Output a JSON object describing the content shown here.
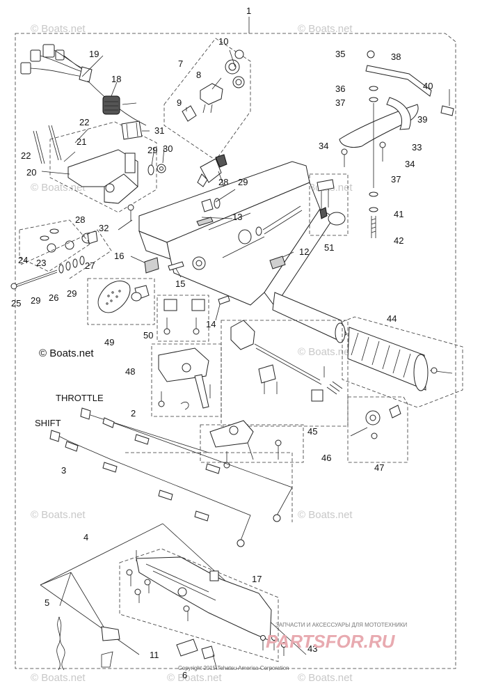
{
  "labels": {
    "throttle": "THROTTLE",
    "shift": "SHIFT",
    "brand": "© Boats.net",
    "copyright": "Copyright 2015 Tohatsu America Corporation",
    "ru_caption": "ЗАПЧАСТИ И АКСЕССУАРЫ ДЛЯ МОТОТЕХНИКИ",
    "ru_logo": "PARTSFOR.RU"
  },
  "watermarks": [
    "© Boats.net",
    "© Boats.net",
    "© Boats.net",
    "© Boats.net",
    "© Boats.net",
    "© Boats.net",
    "© Boats.net",
    "© Boats.net",
    "© Boats.net",
    "© Boats.net"
  ],
  "callouts": [
    "1",
    "2",
    "3",
    "4",
    "5",
    "6",
    "7",
    "8",
    "9",
    "10",
    "11",
    "12",
    "13",
    "14",
    "15",
    "16",
    "17",
    "18",
    "19",
    "20",
    "21",
    "22",
    "22",
    "23",
    "24",
    "25",
    "26",
    "27",
    "28",
    "28",
    "29",
    "29",
    "29",
    "29",
    "30",
    "31",
    "32",
    "33",
    "34",
    "34",
    "35",
    "36",
    "37",
    "37",
    "38",
    "39",
    "40",
    "41",
    "42",
    "43",
    "44",
    "45",
    "46",
    "47",
    "48",
    "49",
    "50",
    "51"
  ]
}
